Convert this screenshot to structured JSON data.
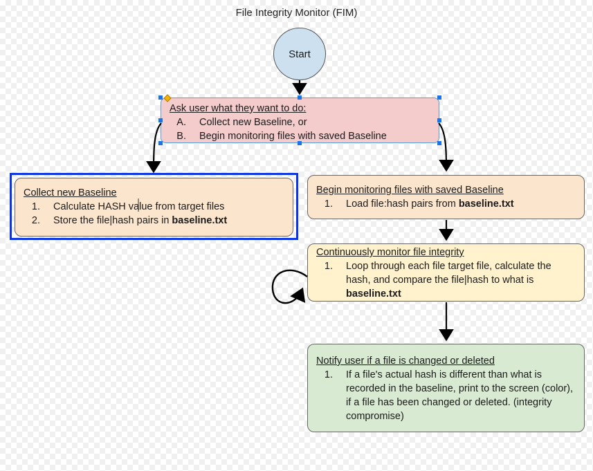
{
  "title": "File Integrity Monitor (FIM)",
  "start": {
    "label": "Start"
  },
  "ask": {
    "heading": "Ask user what they want to do:",
    "items": [
      {
        "marker": "A.",
        "text": "Collect new Baseline, or"
      },
      {
        "marker": "B.",
        "text": "Begin monitoring files with saved Baseline"
      }
    ]
  },
  "collect": {
    "heading": "Collect new Baseline",
    "items": [
      {
        "marker": "1.",
        "text": "Calculate HASH value from target files"
      },
      {
        "marker": "2.",
        "text": "Store the file|hash pairs in ",
        "bold": "baseline.txt"
      }
    ]
  },
  "begin": {
    "heading": "Begin monitoring files with saved Baseline",
    "items": [
      {
        "marker": "1.",
        "text": "Load file:hash pairs from ",
        "bold": "baseline.txt"
      }
    ]
  },
  "monitor": {
    "heading": "Continuously monitor file integrity",
    "items": [
      {
        "marker": "1.",
        "text": "Loop through each file target file, calculate the hash, and compare the file|hash to what is ",
        "bold": "baseline.txt"
      }
    ]
  },
  "notify": {
    "heading": "Notify user if a file is changed or deleted",
    "items": [
      {
        "marker": "1.",
        "text": "If a file's actual hash is different than what is recorded in the baseline, print to the screen (color), if a file has been changed or deleted. (integrity compromise)"
      }
    ]
  }
}
